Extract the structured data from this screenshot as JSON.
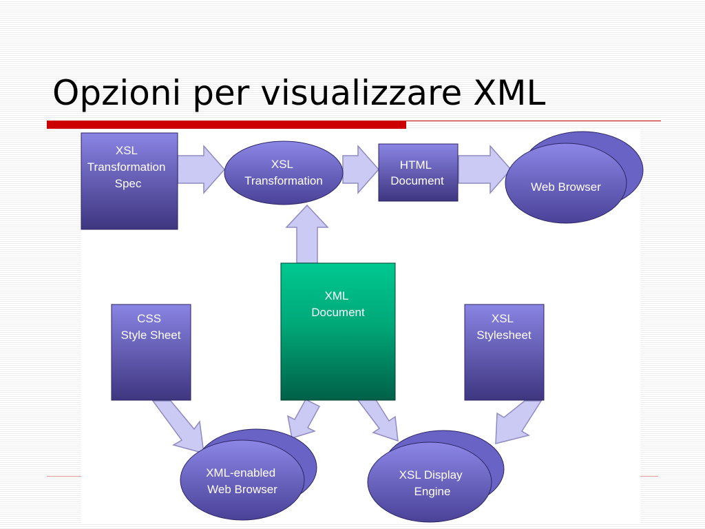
{
  "slide": {
    "title": "Opzioni per visualizzare XML"
  },
  "diagram": {
    "nodes": {
      "xsl_spec": [
        "XSL",
        "Transformation",
        "Spec"
      ],
      "xsl_transformation": [
        "XSL",
        "Transformation"
      ],
      "html_document": [
        "HTML",
        "Document"
      ],
      "web_browser": [
        "Web Browser"
      ],
      "xml_document": [
        "XML",
        "Document"
      ],
      "css_style_sheet": [
        "CSS",
        "Style Sheet"
      ],
      "xsl_stylesheet": [
        "XSL",
        "Stylesheet"
      ],
      "xml_enabled_browser": [
        "XML-enabled",
        "Web Browser"
      ],
      "xsl_display_engine": [
        "XSL Display",
        "Engine"
      ]
    },
    "colors": {
      "node_purple_top": "#8a84e4",
      "node_purple_bottom": "#3e3680",
      "node_green_top": "#00c890",
      "node_green_bottom": "#006048",
      "arrow_fill": "#cbcaf4",
      "accent_red": "#cc0000"
    }
  }
}
